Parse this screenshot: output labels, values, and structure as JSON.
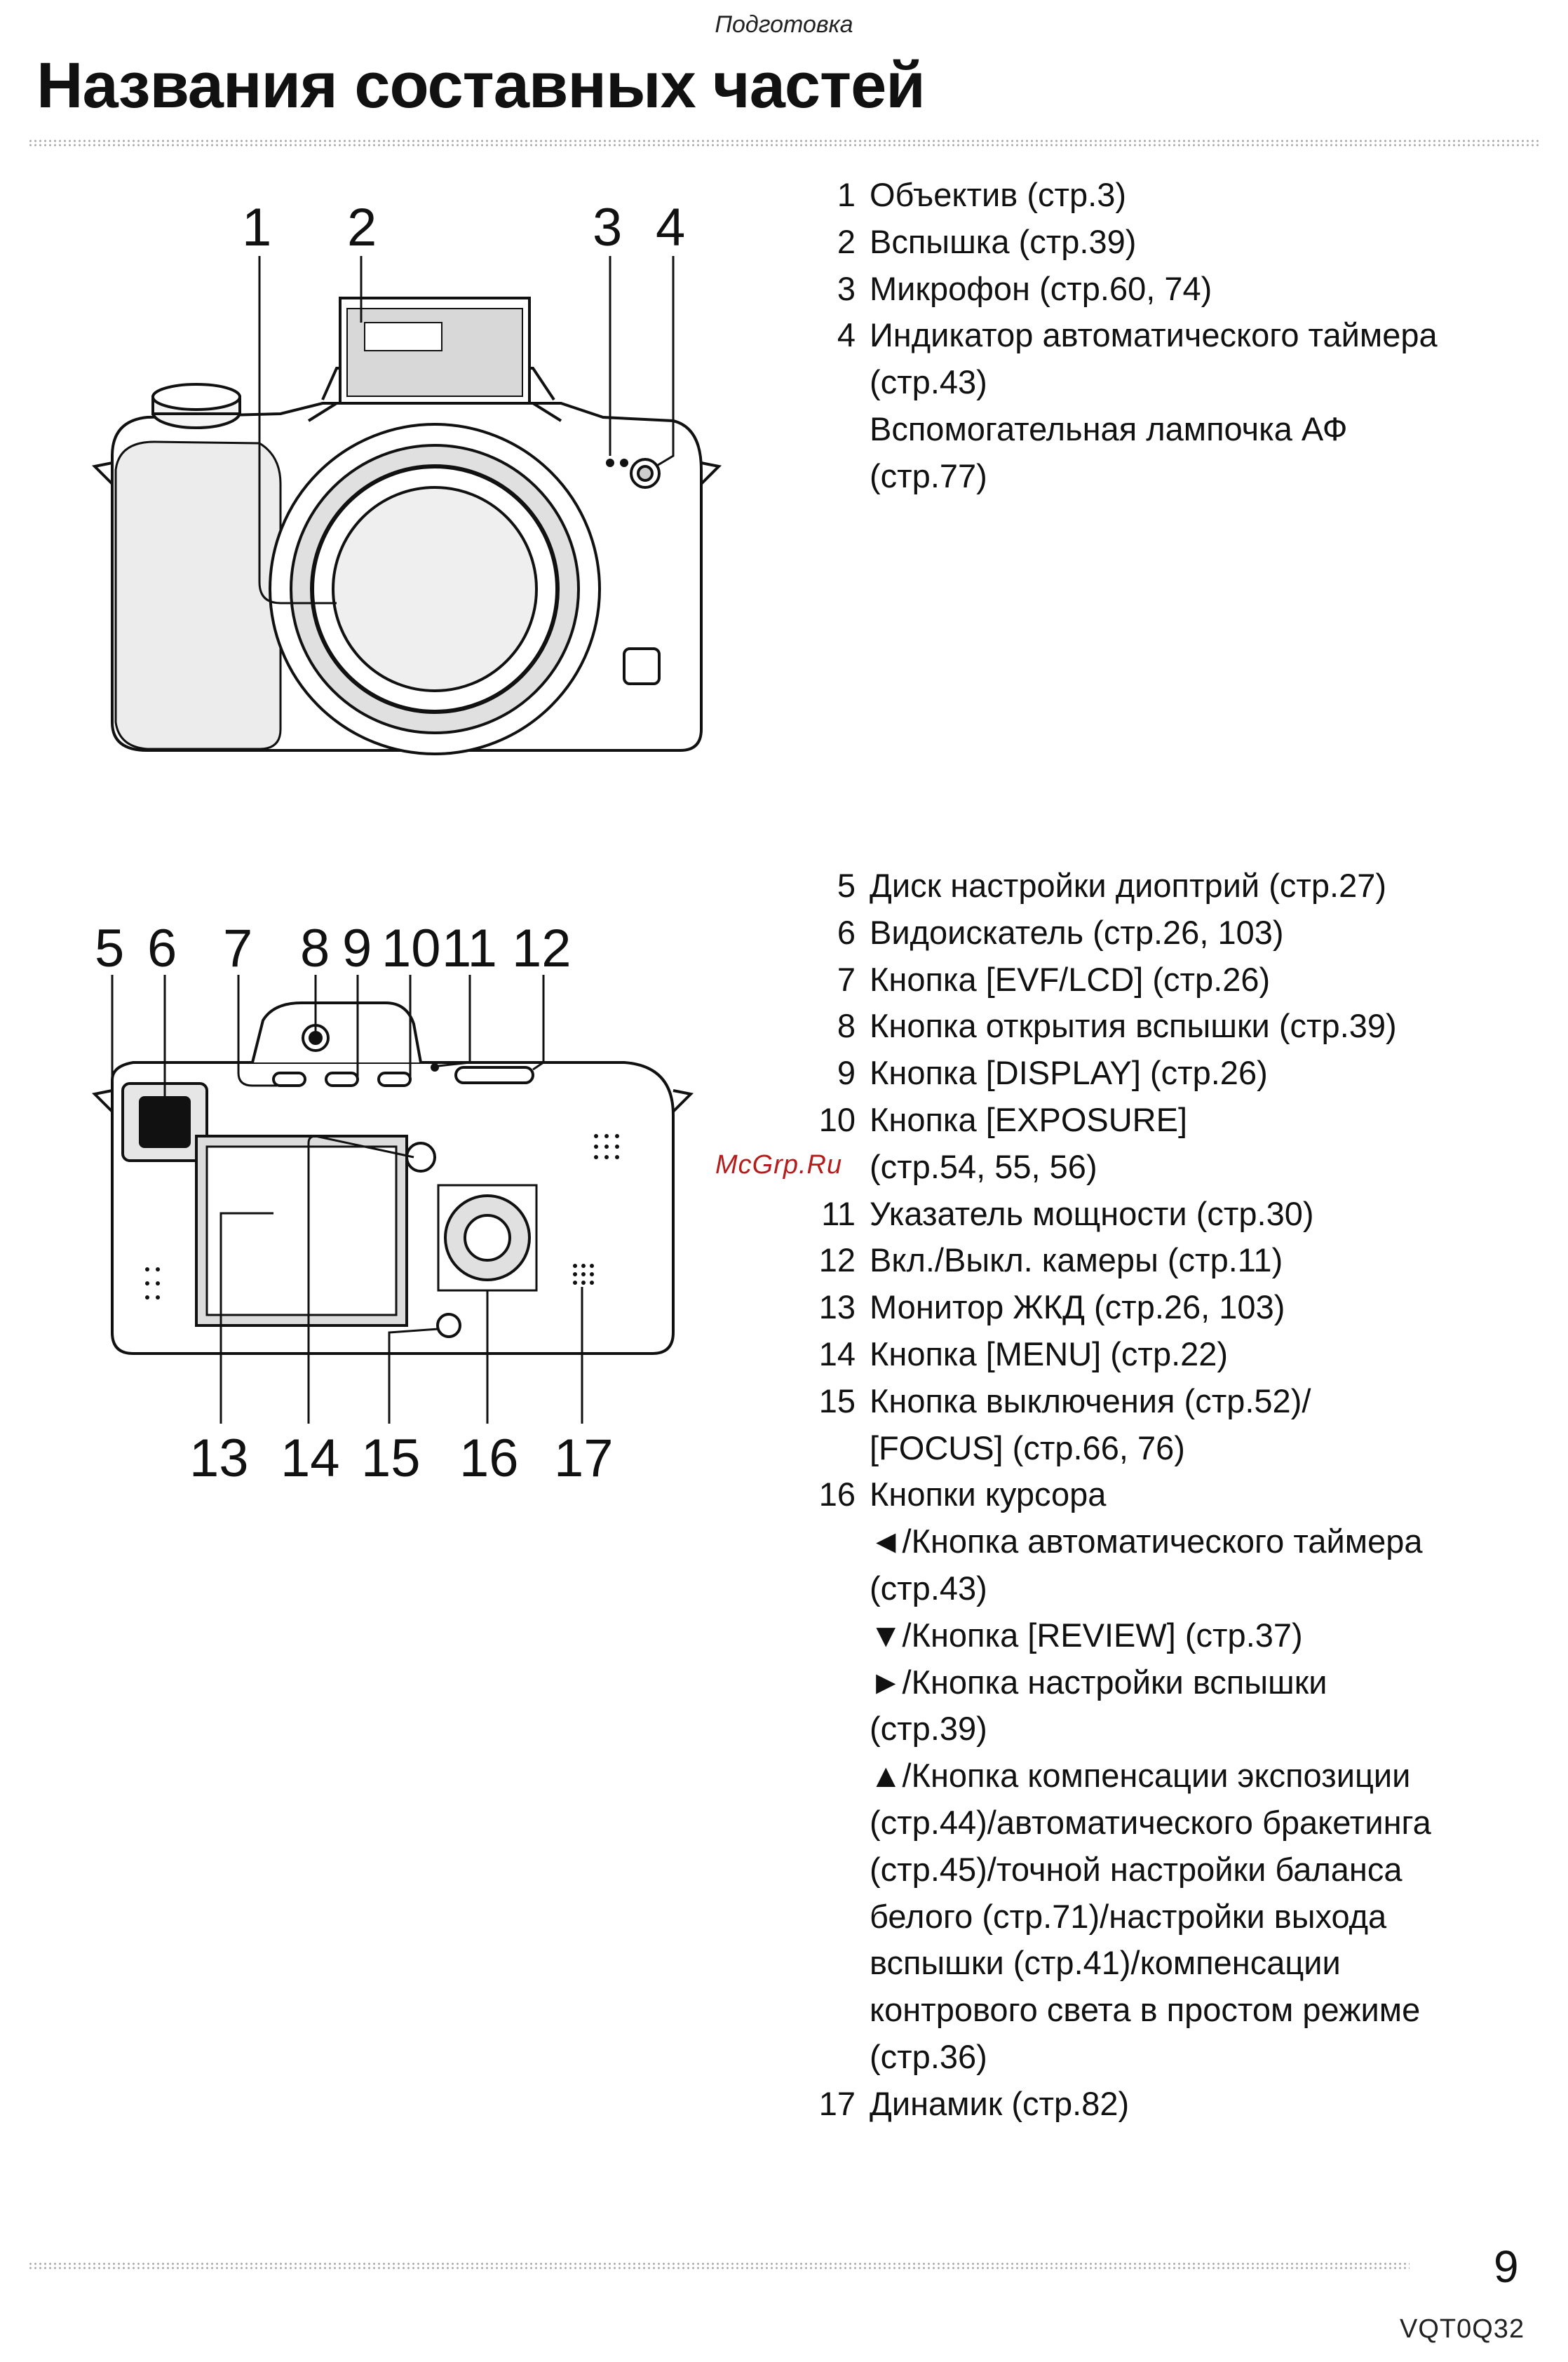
{
  "header": {
    "section": "Подготовка",
    "title": "Названия составных частей"
  },
  "front_view": {
    "callouts": [
      "1",
      "2",
      "3",
      "4"
    ]
  },
  "back_view": {
    "callouts_top": [
      "5",
      "6",
      "7",
      "8",
      "9",
      "10",
      "11",
      "12"
    ],
    "callouts_bottom": [
      "13",
      "14",
      "15",
      "16",
      "17"
    ]
  },
  "parts_top": [
    {
      "num": "1",
      "lines": [
        "Объектив (стр.3)"
      ]
    },
    {
      "num": "2",
      "lines": [
        "Вспышка (стр.39)"
      ]
    },
    {
      "num": "3",
      "lines": [
        "Микрофон (стр.60, 74)"
      ]
    },
    {
      "num": "4",
      "lines": [
        "Индикатор автоматического таймера",
        "(стр.43)",
        "Вспомогательная лампочка АФ",
        "(стр.77)"
      ]
    }
  ],
  "parts_bottom": [
    {
      "num": "5",
      "lines": [
        "Диск настройки диоптрий (стр.27)"
      ]
    },
    {
      "num": "6",
      "lines": [
        "Видоискатель (стр.26, 103)"
      ]
    },
    {
      "num": "7",
      "lines": [
        "Кнопка [EVF/LCD] (стр.26)"
      ]
    },
    {
      "num": "8",
      "lines": [
        "Кнопка открытия вспышки (стр.39)"
      ]
    },
    {
      "num": "9",
      "lines": [
        "Кнопка [DISPLAY] (стр.26)"
      ]
    },
    {
      "num": "10",
      "lines": [
        "Кнопка [EXPOSURE]",
        "(стр.54, 55, 56)"
      ]
    },
    {
      "num": "11",
      "lines": [
        "Указатель мощности (стр.30)"
      ]
    },
    {
      "num": "12",
      "lines": [
        "Вкл./Выкл. камеры (стр.11)"
      ]
    },
    {
      "num": "13",
      "lines": [
        "Монитор ЖКД (стр.26, 103)"
      ]
    },
    {
      "num": "14",
      "lines": [
        "Кнопка [MENU] (стр.22)"
      ]
    },
    {
      "num": "15",
      "lines": [
        "Кнопка выключения (стр.52)/",
        "[FOCUS] (стр.66, 76)"
      ]
    },
    {
      "num": "16",
      "lines": [
        "Кнопки курсора",
        "◄/Кнопка автоматического таймера",
        "(стр.43)",
        "▼/Кнопка [REVIEW] (стр.37)",
        "►/Кнопка настройки вспышки",
        "(стр.39)",
        "▲/Кнопка компенсации экспозиции",
        "(стр.44)/автоматического бракетинга",
        "(стр.45)/точной настройки баланса",
        "белого (стр.71)/настройки выхода",
        "вспышки (стр.41)/компенсации",
        "контрового света в простом режиме",
        "(стр.36)"
      ]
    },
    {
      "num": "17",
      "lines": [
        "Динамик (стр.82)"
      ]
    }
  ],
  "watermark": "McGrp.Ru",
  "footer": {
    "page_number": "9",
    "doc_code": "VQT0Q32"
  }
}
